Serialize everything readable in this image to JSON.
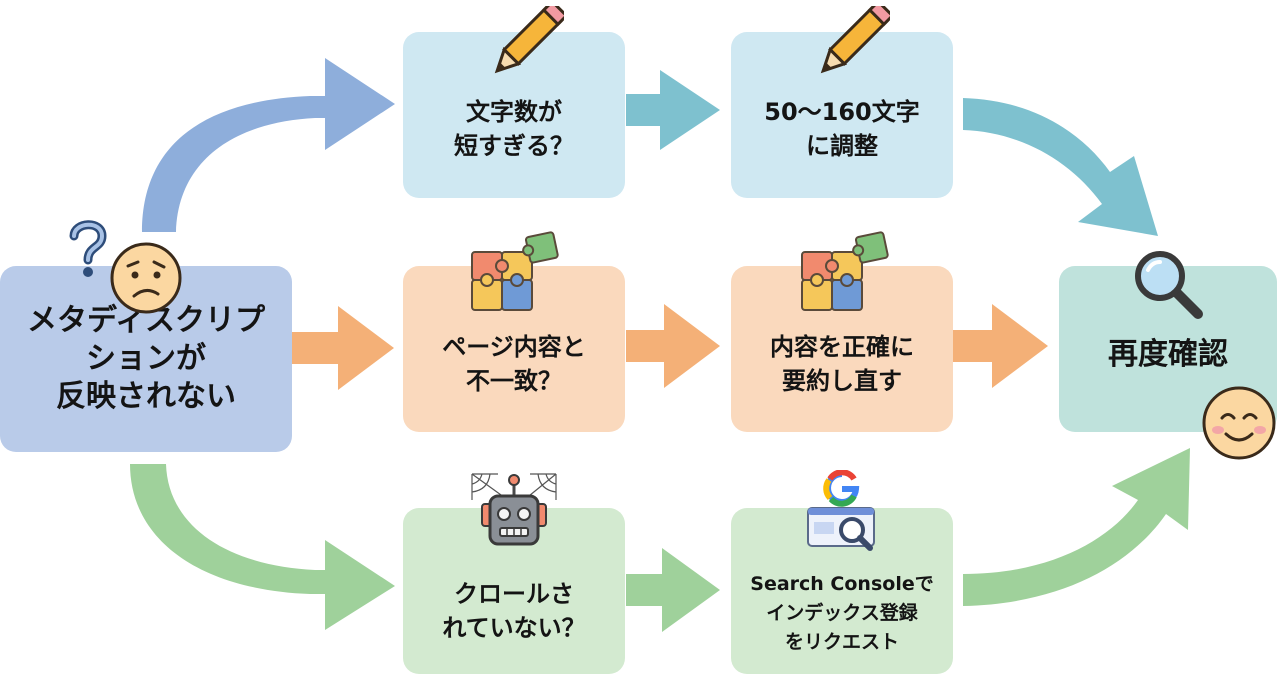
{
  "colors": {
    "blue_box": "#b9cbe9",
    "sky_box": "#cfe8f2",
    "orange_box": "#fad9bd",
    "green_box": "#d3ead0",
    "teal_box": "#bfe2dc",
    "arrow_blue": "#8eaedb",
    "arrow_teal": "#7ec1cf",
    "arrow_orange": "#f4b077",
    "arrow_green": "#9fd19b"
  },
  "nodes": {
    "start": {
      "label": "メタディスクリプ\nションが\n反映されない",
      "icons": [
        "question-mark-icon",
        "confused-face-icon"
      ]
    },
    "length_check": {
      "label": "文字数が\n短すぎる？",
      "icons": [
        "pencil-icon"
      ]
    },
    "length_fix": {
      "label": "50〜160文字\nに調整",
      "icons": [
        "pencil-icon"
      ]
    },
    "content_check": {
      "label": "ページ内容と\n不一致？",
      "icons": [
        "puzzle-icon"
      ]
    },
    "content_fix": {
      "label": "内容を正確に\n要約し直す",
      "icons": [
        "puzzle-icon"
      ]
    },
    "crawl_check": {
      "label": "クロールさ\nれていない？",
      "icons": [
        "robot-cobweb-icon"
      ]
    },
    "crawl_fix": {
      "label": "Search Consoleで\nインデックス登録\nをリクエスト",
      "icons": [
        "google-search-console-icon"
      ]
    },
    "end": {
      "label": "再度確認",
      "icons": [
        "magnifier-icon",
        "smiling-face-icon"
      ]
    }
  }
}
